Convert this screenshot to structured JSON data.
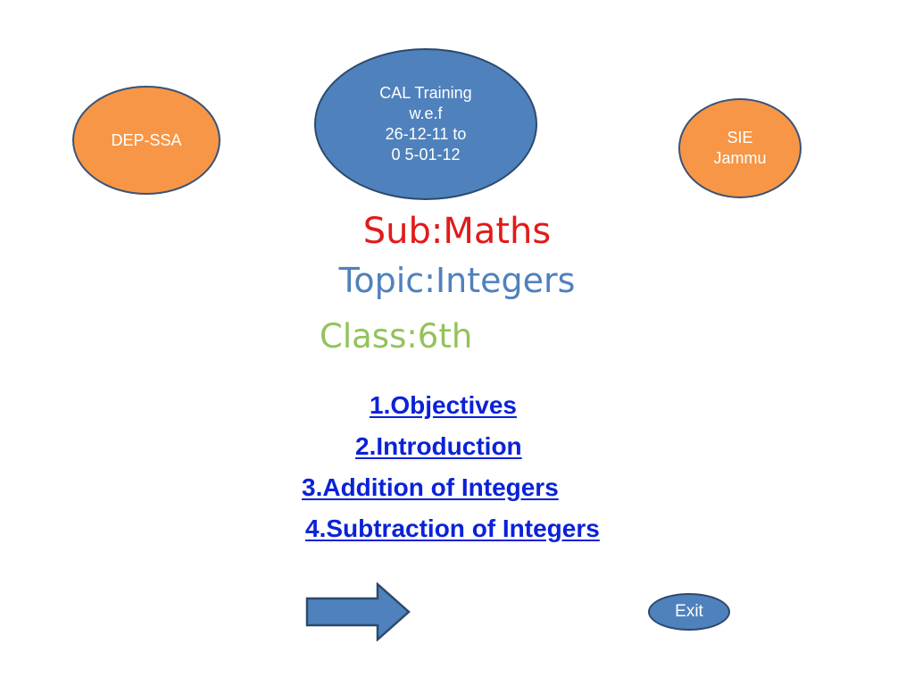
{
  "header": {
    "left_badge": "DEP-SSA",
    "center_badge": "CAL Training\nw.e.f\n26-12-11 to\n0 5-01-12",
    "right_badge": "SIE\nJammu"
  },
  "headings": {
    "subject": "Sub:Maths",
    "topic": "Topic:Integers",
    "class": "Class:6th"
  },
  "menu": {
    "items": [
      {
        "label": "1.Objectives"
      },
      {
        "label": "2.Introduction"
      },
      {
        "label": "3.Addition of Integers"
      },
      {
        "label": "4.Subtraction of Integers"
      }
    ]
  },
  "controls": {
    "next_icon": "right-arrow-icon",
    "exit_label": "Exit"
  },
  "colors": {
    "orange": "#f79646",
    "blue": "#4f81bd",
    "subject_red": "#e21a1a",
    "class_green": "#92c35a",
    "link_blue": "#0b22d8"
  }
}
